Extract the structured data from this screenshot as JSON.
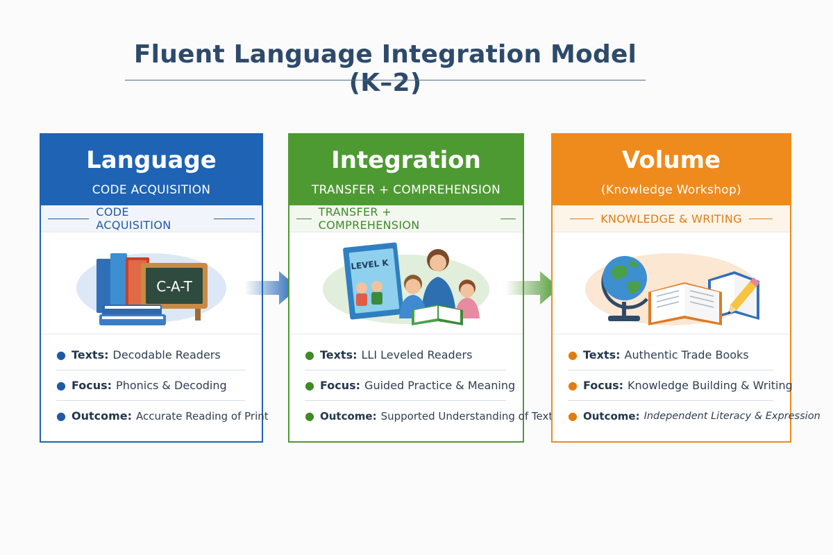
{
  "title": "Fluent Language Integration Model (K–2)",
  "colors": {
    "language": "#1e63b4",
    "integration": "#4e9a32",
    "volume": "#ef8a1c",
    "title": "#2e4a6b"
  },
  "stages": [
    {
      "title": "Language",
      "subtitle": "CODE ACQUISITION",
      "band": "CODE ACQUISITION",
      "illustration": {
        "icon": "books-chalkboard-icon",
        "board_text": "C-A-T"
      },
      "items": [
        {
          "key": "Texts:",
          "value": "Decodable Readers"
        },
        {
          "key": "Focus:",
          "value": "Phonics & Decoding"
        },
        {
          "key": "Outcome:",
          "value": "Accurate Reading of Print"
        }
      ]
    },
    {
      "title": "Integration",
      "subtitle": "TRANSFER + COMPREHENSION",
      "band": "TRANSFER + COMPREHENSION",
      "illustration": {
        "icon": "teacher-reading-with-children-icon",
        "book_text": "LEVEL K"
      },
      "items": [
        {
          "key": "Texts:",
          "value": "LLI Leveled Readers"
        },
        {
          "key": "Focus:",
          "value": "Guided Practice & Meaning"
        },
        {
          "key": "Outcome:",
          "value": "Supported Understanding of Text"
        }
      ]
    },
    {
      "title": "Volume",
      "subtitle": "(Knowledge Workshop)",
      "band": "KNOWLEDGE & WRITING",
      "illustration": {
        "icon": "globe-books-pencil-icon"
      },
      "items": [
        {
          "key": "Texts:",
          "value": "Authentic Trade Books"
        },
        {
          "key": "Focus:",
          "value": "Knowledge Building & Writing"
        },
        {
          "key": "Outcome:",
          "value": "Independent Literacy & Expression"
        }
      ]
    }
  ]
}
